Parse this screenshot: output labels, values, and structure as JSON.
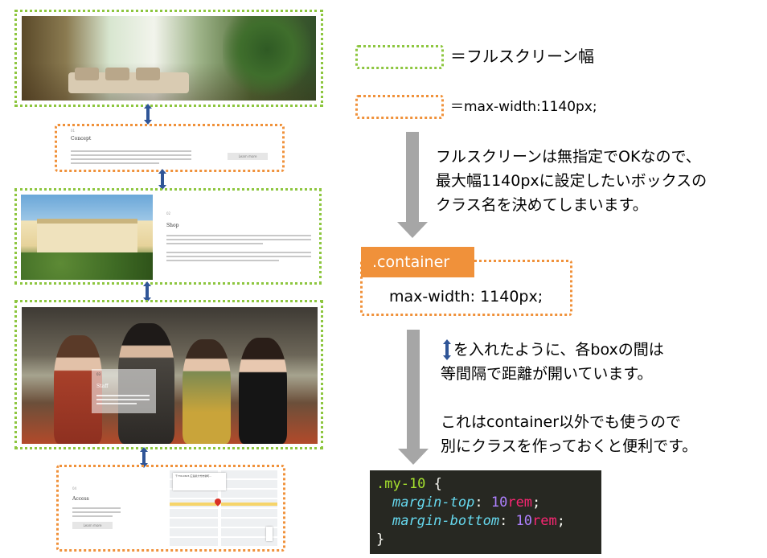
{
  "legend": {
    "fullscreen_label": "＝フルスクリーン幅",
    "maxwidth_label": "＝max-width:1140px;"
  },
  "explanation1": {
    "lines": [
      "フルスクリーンは無指定でOKなので、",
      "最大幅1140pxに設定したいボックスの",
      "クラス名を決めてしまいます。"
    ]
  },
  "container_box": {
    "tab_label": ".container",
    "rule": "max-width: 1140px;",
    "tab_color": "#f0913a"
  },
  "explanation2": {
    "lines": [
      "を入れたように、各boxの間は",
      "等間隔で距離が開いています。",
      "",
      "これはcontainer以外でも使うので",
      "別にクラスを作っておくと便利です。"
    ]
  },
  "code": {
    "selector": ".my-10",
    "open_brace": "{",
    "prop1": "margin-top",
    "val1_num": "10",
    "val1_unit": "rem",
    "prop2": "margin-bottom",
    "val2_num": "10",
    "val2_unit": "rem",
    "close_brace": "}"
  },
  "mockup": {
    "concept_title": "Concept",
    "shop_title": "Shop",
    "staff_title": "Staff",
    "access_title": "Access",
    "map_title": "〒739-0615 広島県大竹市新町...",
    "learn_more": "Learn more"
  },
  "colors": {
    "fullscreen_border": "#8dc63f",
    "maxwidth_border": "#f0913a",
    "spacing_arrow": "#2f5597",
    "flow_arrow": "#a6a6a6"
  }
}
